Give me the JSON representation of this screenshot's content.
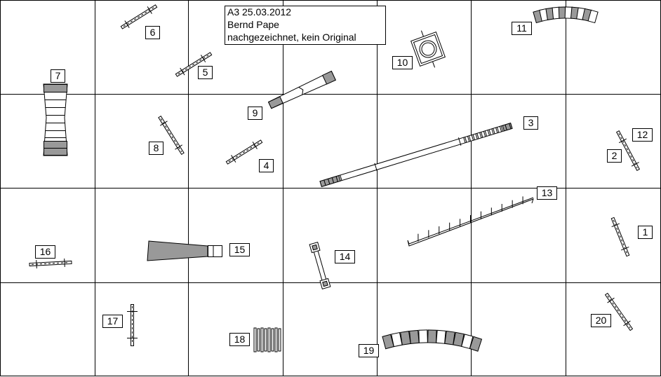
{
  "info_box": {
    "lines": [
      "A3 25.03.2012",
      "Bernd Pape",
      "nachgezeichnet, kein Original"
    ]
  },
  "labels": [
    "1",
    "2",
    "3",
    "4",
    "5",
    "6",
    "7",
    "8",
    "9",
    "10",
    "11",
    "12",
    "13",
    "14",
    "15",
    "16",
    "17",
    "18",
    "19",
    "20"
  ],
  "colors": {
    "grid": "#000000",
    "fill_dark": "#999999",
    "fill_light": "#ffffff",
    "stroke": "#000000"
  }
}
